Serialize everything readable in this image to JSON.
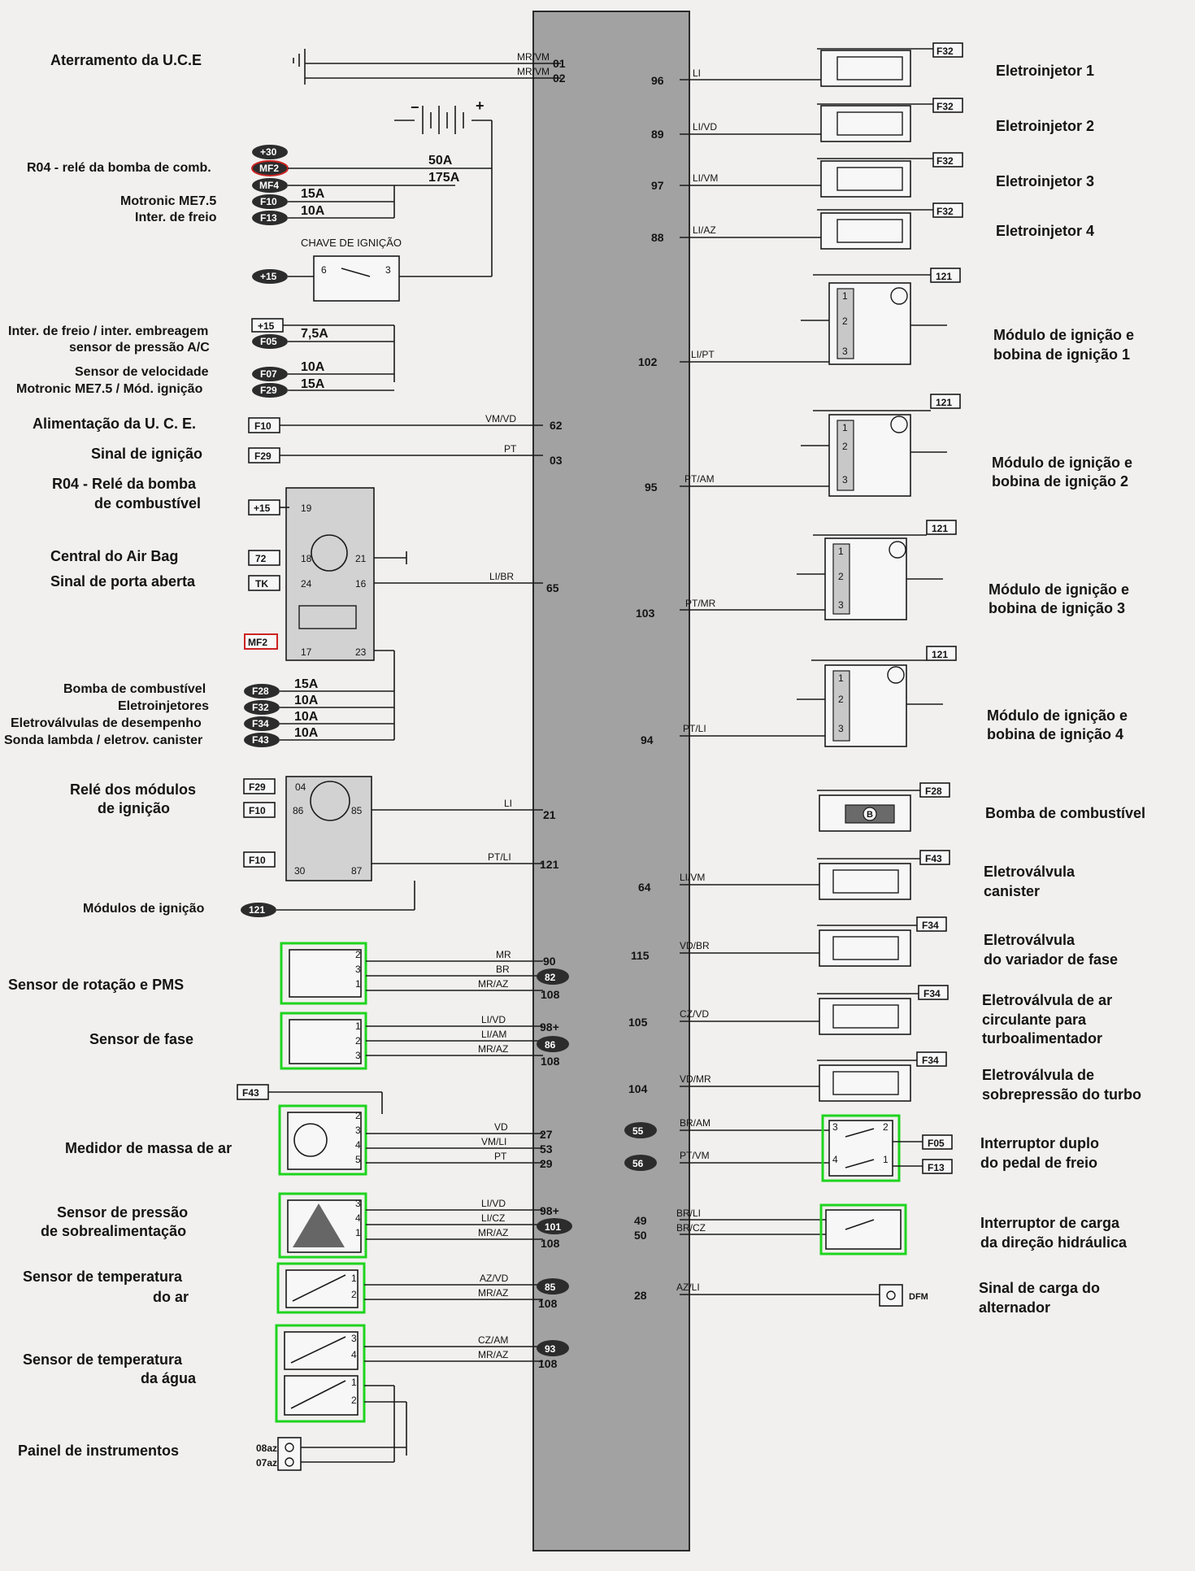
{
  "ecu_connections_left": [
    {
      "label": "Aterramento da U.C.E",
      "wires": [
        {
          "color": "MR/VM",
          "pin": "01"
        },
        {
          "color": "MR/VM",
          "pin": "02"
        }
      ]
    },
    {
      "label": "Alimentação da U. C. E.",
      "fuse": "F10",
      "wire": "VM/VD",
      "pin": "62"
    },
    {
      "label": "Sinal de ignição",
      "fuse": "F29",
      "wire": "PT",
      "pin": "03"
    }
  ],
  "fuses": {
    "battery_terminal": "+30",
    "mf2": "MF2",
    "mf4": "MF4",
    "mf2_amp": "50A",
    "mf4_amp": "175A",
    "r04_label": "R04 - relé da bomba de comb.",
    "f10": {
      "name": "F10",
      "amp": "15A",
      "label": "Motronic ME7.5"
    },
    "f13": {
      "name": "F13",
      "amp": "10A",
      "label": "Inter. de freio"
    },
    "ignition_switch": "CHAVE DE IGNIÇÃO",
    "plus15": "+15",
    "sw_pin6": "6",
    "sw_pin3": "3",
    "f05_block_plus15": "+15",
    "f05": {
      "name": "F05",
      "amp": "7,5A",
      "label1": "Inter. de freio / inter. embreagem",
      "label2": "sensor de pressão A/C"
    },
    "f07": {
      "name": "F07",
      "amp": "10A",
      "label": "Sensor de velocidade"
    },
    "f29": {
      "name": "F29",
      "amp": "15A",
      "label": "Motronic ME7.5 /  Mód. ignição"
    },
    "f28": {
      "name": "F28",
      "amp": "15A",
      "label": "Bomba de combustível"
    },
    "f32": {
      "name": "F32",
      "amp": "10A",
      "label": "Eletroinjetores"
    },
    "f34": {
      "name": "F34",
      "amp": "10A",
      "label": "Eletroválvulas de desempenho"
    },
    "f43": {
      "name": "F43",
      "amp": "10A",
      "label": "Sonda lambda / eletrov. canister"
    }
  },
  "relay_r04": {
    "title1": "R04 - Relé da bomba",
    "title2": "de combustível",
    "in_plus15": "+15",
    "p19": "19",
    "airbag_label": "Central do Air Bag",
    "airbag_tag": "72",
    "p18": "18",
    "p21": "21",
    "door_label": "Sinal de porta aberta",
    "door_tag": "TK",
    "p24": "24",
    "p16": "16",
    "wire16": "LI/BR",
    "ecu16": "65",
    "mf2_tag": "MF2",
    "p17": "17",
    "p23": "23"
  },
  "relay_ign": {
    "title1": "Relé dos módulos",
    "title2": "de ignição",
    "f29": "F29",
    "p04": "04",
    "f10": "F10",
    "p86": "86",
    "p85": "85",
    "wire85": "LI",
    "ecu85": "21",
    "f10b": "F10",
    "p30": "30",
    "p87": "87",
    "wire87": "PT/LI",
    "ecu87": "121",
    "modules_label": "Módulos de ignição",
    "modules_tag": "121"
  },
  "sensors_left": {
    "rotation": {
      "label": "Sensor de rotação e PMS",
      "pins": [
        "2",
        "3",
        "1"
      ],
      "wires": [
        "MR",
        "BR",
        "MR/AZ"
      ],
      "ecu": [
        "90",
        "82",
        "108"
      ]
    },
    "phase": {
      "label": "Sensor de fase",
      "pins": [
        "1",
        "2",
        "3"
      ],
      "wires": [
        "LI/VD",
        "LI/AM",
        "MR/AZ"
      ],
      "ecu": [
        "98+",
        "86",
        "108"
      ]
    },
    "f43_tag": "F43",
    "maf": {
      "label": "Medidor de massa de ar",
      "pins": [
        "2",
        "3",
        "4",
        "5"
      ],
      "wires": [
        "VD",
        "VM/LI",
        "PT"
      ],
      "ecu": [
        "27",
        "53",
        "29"
      ]
    },
    "boost": {
      "label1": "Sensor de pressão",
      "label2": "de sobrealimentação",
      "pins": [
        "3",
        "4",
        "1"
      ],
      "wires": [
        "LI/VD",
        "LI/CZ",
        "MR/AZ"
      ],
      "ecu": [
        "98+",
        "101",
        "108"
      ]
    },
    "air_temp": {
      "label1": "Sensor de temperatura",
      "label2": "do ar",
      "pins": [
        "1",
        "2"
      ],
      "wires": [
        "AZ/VD",
        "MR/AZ"
      ],
      "ecu": [
        "85",
        "108"
      ]
    },
    "water_temp": {
      "label1": "Sensor de temperatura",
      "label2": "da água",
      "pins": [
        "3",
        "4",
        "1",
        "2"
      ],
      "wires": [
        "CZ/AM",
        "MR/AZ"
      ],
      "ecu": [
        "93",
        "108"
      ]
    },
    "panel": {
      "label": "Painel de instrumentos",
      "pins": [
        "08az",
        "07az"
      ]
    }
  },
  "actuators_right": {
    "injectors": [
      {
        "label": "Eletroinjetor 1",
        "pin": "96",
        "wire": "LI",
        "fuse": "F32"
      },
      {
        "label": "Eletroinjetor 2",
        "pin": "89",
        "wire": "LI/VD",
        "fuse": "F32"
      },
      {
        "label": "Eletroinjetor 3",
        "pin": "97",
        "wire": "LI/VM",
        "fuse": "F32"
      },
      {
        "label": "Eletroinjetor 4",
        "pin": "88",
        "wire": "LI/AZ",
        "fuse": "F32"
      }
    ],
    "coils": [
      {
        "label1": "Módulo de ignição e",
        "label2": "bobina de ignição 1",
        "pin": "102",
        "wire": "LI/PT",
        "tag": "121"
      },
      {
        "label1": "Módulo de ignição e",
        "label2": "bobina de ignição 2",
        "pin": "95",
        "wire": "PT/AM",
        "tag": "121"
      },
      {
        "label1": "Módulo de ignição e",
        "label2": "bobina de ignição 3",
        "pin": "103",
        "wire": "PT/MR",
        "tag": "121"
      },
      {
        "label1": "Módulo de ignição e",
        "label2": "bobina de ignição 4",
        "pin": "94",
        "wire": "PT/LI",
        "tag": "121"
      }
    ],
    "coil_pins": [
      "1",
      "2",
      "3"
    ],
    "pump": {
      "label": "Bomba de combustível",
      "fuse": "F28",
      "symbol": "B"
    },
    "valves": [
      {
        "label1": "Eletroválvula",
        "label2": "canister",
        "label3": "",
        "pin": "64",
        "wire": "LI/VM",
        "fuse": "F43"
      },
      {
        "label1": "Eletroválvula",
        "label2": "do variador de fase",
        "label3": "",
        "pin": "115",
        "wire": "VD/BR",
        "fuse": "F34"
      },
      {
        "label1": "Eletroválvula de ar",
        "label2": "circulante para",
        "label3": "turboalimentador",
        "pin": "105",
        "wire": "CZ/VD",
        "fuse": "F34"
      },
      {
        "label1": "Eletroválvula de",
        "label2": "sobrepressão do turbo",
        "label3": "",
        "pin": "104",
        "wire": "VD/MR",
        "fuse": "F34"
      }
    ],
    "brake_switch": {
      "label1": "Interruptor duplo",
      "label2": "do pedal de freio",
      "tags": [
        "55",
        "56"
      ],
      "wires": [
        "BR/AM",
        "PT/VM"
      ],
      "pins": [
        "3",
        "2",
        "4",
        "1"
      ],
      "fuses": [
        "F05",
        "F13"
      ]
    },
    "steering_switch": {
      "label1": "Interruptor de carga",
      "label2": "da direção hidráulica",
      "pins": [
        "49",
        "50"
      ],
      "wires": [
        "BR/LI",
        "BR/CZ"
      ]
    },
    "alternator": {
      "label1": "Sinal de carga do",
      "label2": "alternador",
      "pin": "28",
      "wire": "AZ/LI",
      "tag": "DFM"
    }
  },
  "colors": {
    "ecu_fill": "#a2a2a2",
    "highlight_green": "#1ed41e",
    "highlight_red": "#cc2222",
    "tag_dark": "#2c2c2c"
  }
}
